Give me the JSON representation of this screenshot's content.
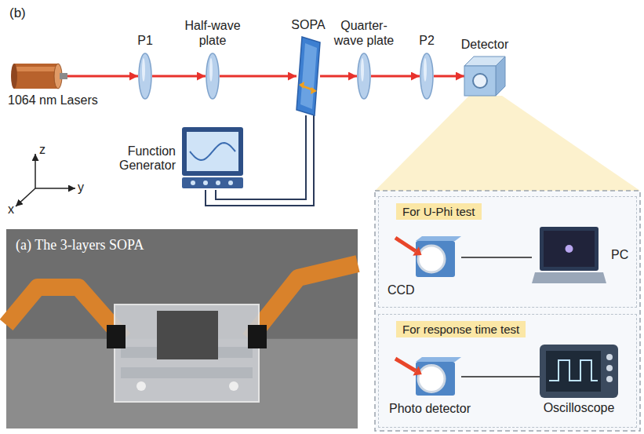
{
  "diagram": {
    "nodes": [
      {
        "text": [
          "1064 nm Lasers"
        ]
      },
      {
        "text": [
          "P1"
        ]
      },
      {
        "text": [
          "Half-wave plate"
        ]
      },
      {
        "text": [
          "SOPA"
        ]
      },
      {
        "text": [
          "Quarter- wave plate"
        ]
      },
      {
        "text": [
          "P2"
        ]
      },
      {
        "text": [
          "Detector"
        ]
      },
      {
        "text": [
          "Function Generator"
        ]
      },
      {
        "text": [
          "(a) The 3-layers SOPA"
        ]
      },
      {
        "text": [
          "For U-Phi test"
        ]
      },
      {
        "text": [
          "CCD"
        ],
        "in": 9
      },
      {
        "text": [
          "PC"
        ],
        "in": 9
      },
      {
        "text": [
          "For response time test"
        ]
      },
      {
        "text": [
          "Photo detector"
        ],
        "in": 12
      },
      {
        "text": [
          "Oscilloscope"
        ],
        "in": 12
      }
    ],
    "edges": [
      {
        "from": 0,
        "to": 1,
        "arrow": "to"
      },
      {
        "from": 1,
        "to": 2,
        "arrow": "to"
      },
      {
        "from": 2,
        "to": 3,
        "arrow": "to"
      },
      {
        "from": 3,
        "to": 4,
        "arrow": "to"
      },
      {
        "from": 4,
        "to": 5,
        "arrow": "to"
      },
      {
        "from": 5,
        "to": 6,
        "arrow": "to"
      },
      {
        "from": 7,
        "to": 3,
        "arrow": "none"
      },
      {
        "from": 7,
        "to": 3,
        "arrow": "none"
      },
      {
        "from": 10,
        "to": 11,
        "arrow": "none"
      },
      {
        "from": 13,
        "to": 14,
        "arrow": "none"
      }
    ],
    "labels": [
      "(b)",
      "z",
      "y",
      "x"
    ]
  }
}
